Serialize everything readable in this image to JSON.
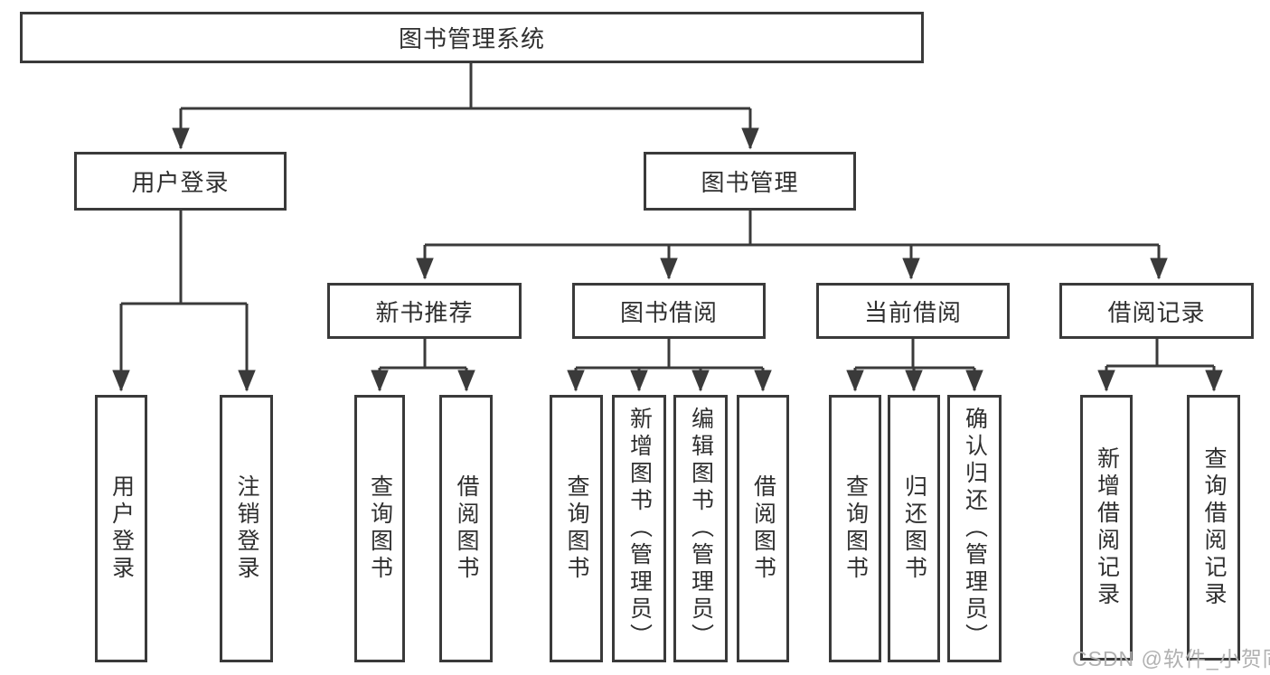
{
  "colors": {
    "line": "#3a3a3a",
    "box_border": "#3a3a3a",
    "text": "#2f2f2f",
    "watermark": "#b1b1b1",
    "background": "#ffffff"
  },
  "tree": {
    "root": {
      "label": "图书管理系统"
    },
    "level2": [
      {
        "label": "用户登录",
        "children": [
          {
            "label": "用户登录"
          },
          {
            "label": "注销登录"
          }
        ]
      },
      {
        "label": "图书管理",
        "children": [
          {
            "label": "新书推荐",
            "children": [
              {
                "label": "查询图书"
              },
              {
                "label": "借阅图书"
              }
            ]
          },
          {
            "label": "图书借阅",
            "children": [
              {
                "label": "查询图书"
              },
              {
                "label": "新增图书（管理员）"
              },
              {
                "label": "编辑图书（管理员）"
              },
              {
                "label": "借阅图书"
              }
            ]
          },
          {
            "label": "当前借阅",
            "children": [
              {
                "label": "查询图书"
              },
              {
                "label": "归还图书"
              },
              {
                "label": "确认归还（管理员）"
              }
            ]
          },
          {
            "label": "借阅记录",
            "children": [
              {
                "label": "新增借阅记录"
              },
              {
                "label": "查询借阅记录"
              }
            ]
          }
        ]
      }
    ]
  },
  "watermark": {
    "text": "CSDN @软件_小贺同学"
  }
}
